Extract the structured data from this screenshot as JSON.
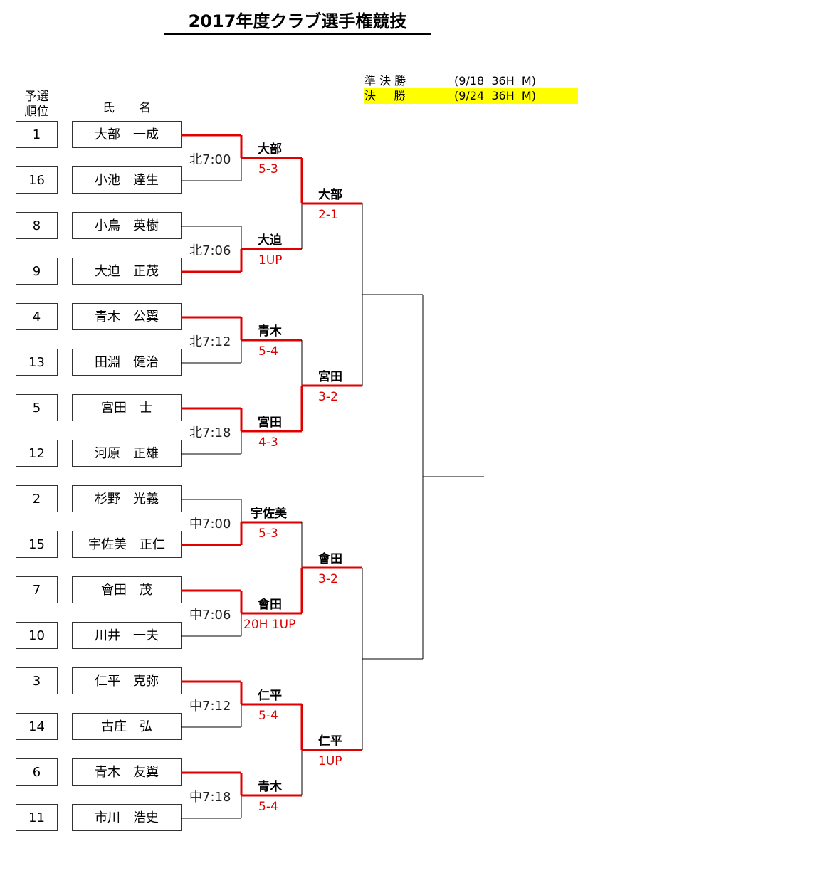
{
  "title": "2017年度クラブ選手権競技",
  "schedule": [
    {
      "label": "準 決 勝",
      "detail": "(9/18  36H  M)",
      "highlight": false
    },
    {
      "label": "決     勝",
      "detail": "(9/24  36H  M)",
      "highlight": true
    }
  ],
  "headers": {
    "seed": "予選\n順位",
    "name": "氏　　名"
  },
  "players": [
    {
      "seed": "1",
      "name": "大部　一成"
    },
    {
      "seed": "16",
      "name": "小池　達生"
    },
    {
      "seed": "8",
      "name": "小鳥　英樹"
    },
    {
      "seed": "9",
      "name": "大迫　正茂"
    },
    {
      "seed": "4",
      "name": "青木　公翼"
    },
    {
      "seed": "13",
      "name": "田淵　健治"
    },
    {
      "seed": "5",
      "name": "宮田　士"
    },
    {
      "seed": "12",
      "name": "河原　正雄"
    },
    {
      "seed": "2",
      "name": "杉野　光義"
    },
    {
      "seed": "15",
      "name": "宇佐美　正仁"
    },
    {
      "seed": "7",
      "name": "會田　茂"
    },
    {
      "seed": "10",
      "name": "川井　一夫"
    },
    {
      "seed": "3",
      "name": "仁平　克弥"
    },
    {
      "seed": "14",
      "name": "古庄　弘"
    },
    {
      "seed": "6",
      "name": "青木　友翼"
    },
    {
      "seed": "11",
      "name": "市川　浩史"
    }
  ],
  "round1": [
    {
      "time": "北7:00",
      "winner": 0,
      "winner_name": "大部",
      "score": "5-3"
    },
    {
      "time": "北7:06",
      "winner": 1,
      "winner_name": "大迫",
      "score": "1UP"
    },
    {
      "time": "北7:12",
      "winner": 0,
      "winner_name": "青木",
      "score": "5-4"
    },
    {
      "time": "北7:18",
      "winner": 0,
      "winner_name": "宮田",
      "score": "4-3"
    },
    {
      "time": "中7:00",
      "winner": 1,
      "winner_name": "宇佐美",
      "score": "5-3"
    },
    {
      "time": "中7:06",
      "winner": 0,
      "winner_name": "會田",
      "score": "20H  1UP"
    },
    {
      "time": "中7:12",
      "winner": 0,
      "winner_name": "仁平",
      "score": "5-4"
    },
    {
      "time": "中7:18",
      "winner": 0,
      "winner_name": "青木",
      "score": "5-4"
    }
  ],
  "round2": [
    {
      "winner": 0,
      "winner_name": "大部",
      "score": "2-1"
    },
    {
      "winner": 1,
      "winner_name": "宮田",
      "score": "3-2"
    },
    {
      "winner": 1,
      "winner_name": "會田",
      "score": "3-2"
    },
    {
      "winner": 0,
      "winner_name": "仁平",
      "score": "1UP"
    }
  ],
  "colors": {
    "win": "#e00000",
    "line": "#000000",
    "highlight": "#ffff00"
  }
}
